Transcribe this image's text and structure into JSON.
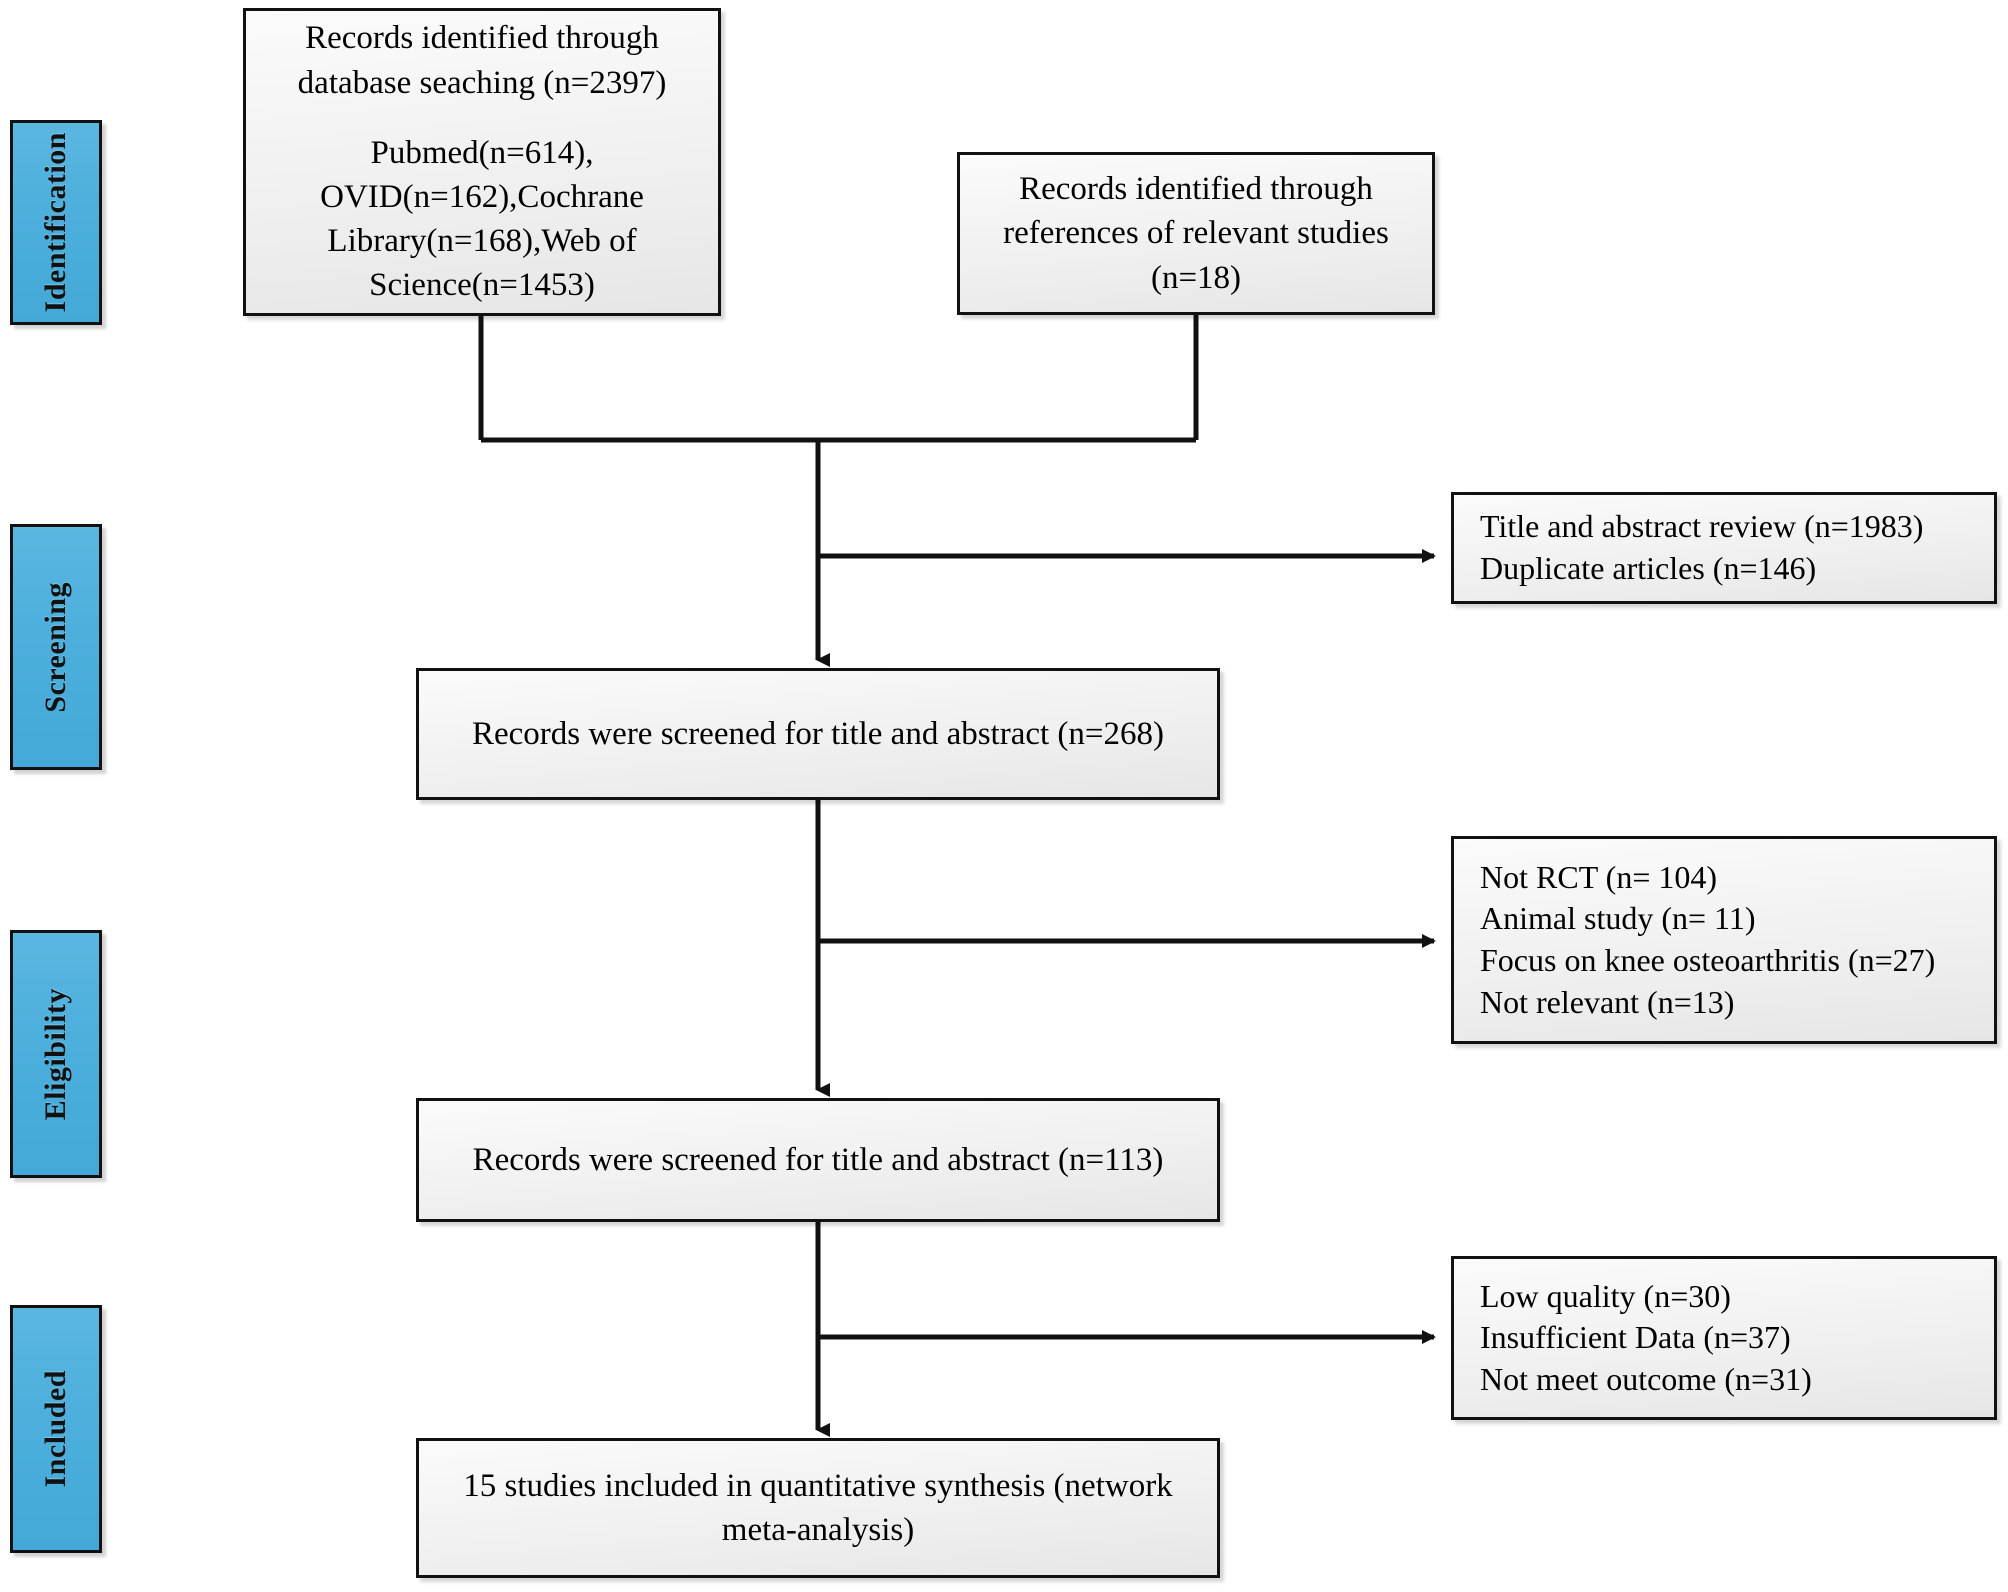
{
  "diagram": {
    "title": "PRISMA study selection flow diagram",
    "type": "prisma-flowchart",
    "accent_color": "#4CAFDC",
    "box_fill": "#EFEFEF",
    "border_color": "#111111"
  },
  "stages": [
    {
      "id": "identification",
      "label": "Identification"
    },
    {
      "id": "screening",
      "label": "Screening"
    },
    {
      "id": "eligibility",
      "label": "Eligibility"
    },
    {
      "id": "included",
      "label": "Included"
    }
  ],
  "nodes": {
    "database_search": {
      "line1": "Records identified through",
      "line2": "database seaching (n=2397)",
      "line3": "Pubmed(n=614),",
      "line4": "OVID(n=162),Cochrane",
      "line5": "Library(n=168),Web of",
      "line6": "Science(n=1453)"
    },
    "reference_search": {
      "line1": "Records identified through",
      "line2": "references of relevant studies",
      "line3": "(n=18)"
    },
    "screening_excluded": {
      "line1": "Title and abstract review (n=1983)",
      "line2": "Duplicate articles  (n=146)"
    },
    "screened_268": {
      "line1": "Records were screened for title and abstract (n=268)"
    },
    "eligibility_excluded": {
      "line1": "Not RCT (n= 104)",
      "line2": "Animal study (n= 11)",
      "line3": "Focus on knee osteoarthritis (n=27)",
      "line4": "Not relevant (n=13)"
    },
    "screened_113": {
      "line1": "Records were screened for title and abstract (n=113)"
    },
    "included_excluded": {
      "line1": "Low quality (n=30)",
      "line2": "Insufficient Data (n=37)",
      "line3": "Not meet outcome (n=31)"
    },
    "final_included": {
      "line1": "15 studies included in quantitative synthesis (network",
      "line2": "meta-analysis)"
    }
  },
  "counts": {
    "records_database": 2397,
    "pubmed": 614,
    "ovid": 162,
    "cochrane_library": 168,
    "web_of_science": 1453,
    "records_references": 18,
    "title_abstract_review_excluded": 1983,
    "duplicate_articles": 146,
    "screened_stage1": 268,
    "not_rct": 104,
    "animal_study": 11,
    "focus_knee_oa": 27,
    "not_relevant": 13,
    "screened_stage2": 113,
    "low_quality": 30,
    "insufficient_data": 37,
    "not_meet_outcome": 31,
    "studies_included": 15
  }
}
